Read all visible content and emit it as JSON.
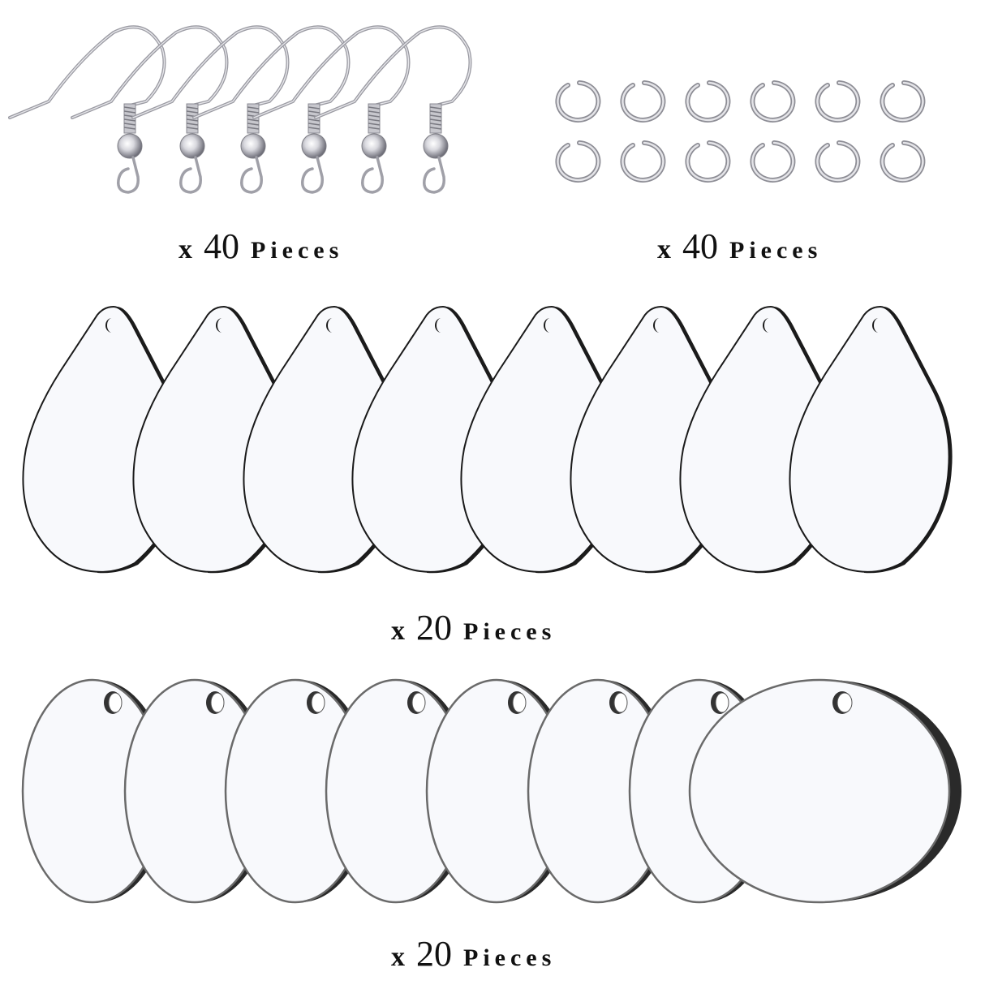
{
  "products": [
    {
      "id": "earring-hooks",
      "name": "Earring hooks",
      "visible_count": 6,
      "quantity_label": {
        "prefix": "x",
        "number": "40",
        "unit": "Pieces"
      }
    },
    {
      "id": "jump-rings",
      "name": "Jump rings",
      "visible_count": 12,
      "quantity_label": {
        "prefix": "x",
        "number": "40",
        "unit": "Pieces"
      }
    },
    {
      "id": "teardrop-blanks",
      "name": "Teardrop blanks",
      "visible_count": 8,
      "quantity_label": {
        "prefix": "x",
        "number": "20",
        "unit": "Pieces"
      }
    },
    {
      "id": "round-blanks",
      "name": "Round blanks",
      "visible_count": 8,
      "quantity_label": {
        "prefix": "x",
        "number": "20",
        "unit": "Pieces"
      }
    }
  ],
  "colors": {
    "background": "#ffffff",
    "metal": "#b9b9bf",
    "metal_dark": "#7d7d85",
    "blank_face": "#f8f9fc",
    "blank_edge": "#222222",
    "round_outline": "#6a6a6a",
    "text": "#111111"
  }
}
